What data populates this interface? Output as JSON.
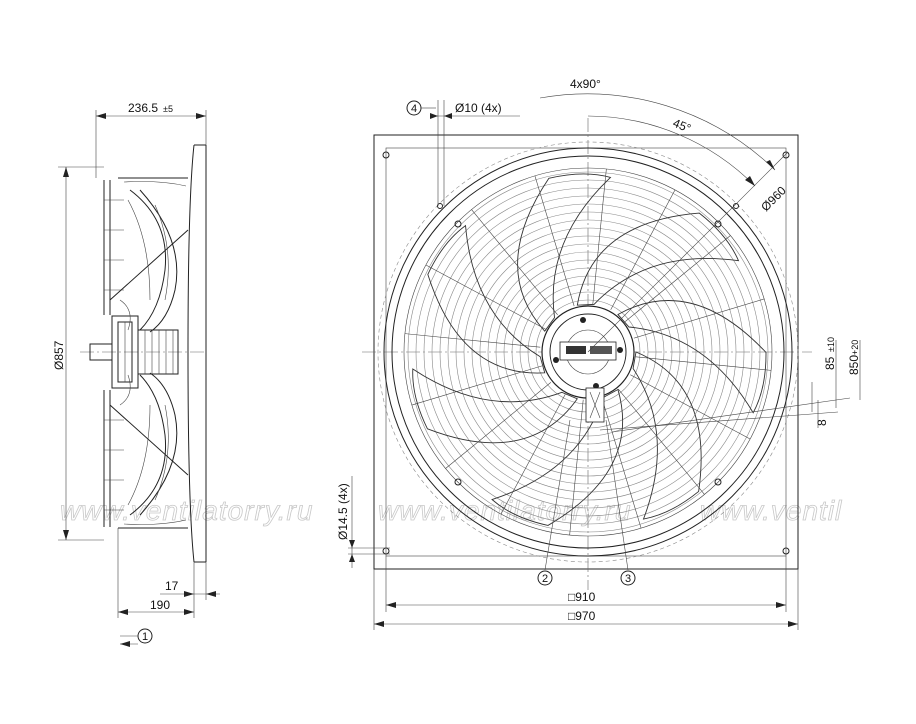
{
  "dimensions": {
    "depth_total": "236.5",
    "depth_total_tol": "±5",
    "diameter_side": "Ø857",
    "bottom_17": "17",
    "bottom_190": "190",
    "hole_dia": "Ø10 (4x)",
    "angle_4x90": "4x90°",
    "angle_45": "45°",
    "pcd": "Ø960",
    "dim_85": "85",
    "dim_85_tol": "±10",
    "dim_850": "850",
    "dim_850_tol": "+20",
    "dim_8": "8",
    "hole_145": "Ø14.5 (4x)",
    "square_910": "□910",
    "square_970": "□970"
  },
  "callouts": {
    "c1": "1",
    "c2": "2",
    "c3": "3",
    "c4": "4"
  },
  "watermark": {
    "w1": "www.ventilatorry.ru",
    "w2": "www.ventilatorry.ru",
    "w3": "www.ventil"
  },
  "colors": {
    "line": "#222222",
    "watermark": "#c8c8c8",
    "background": "#ffffff"
  }
}
